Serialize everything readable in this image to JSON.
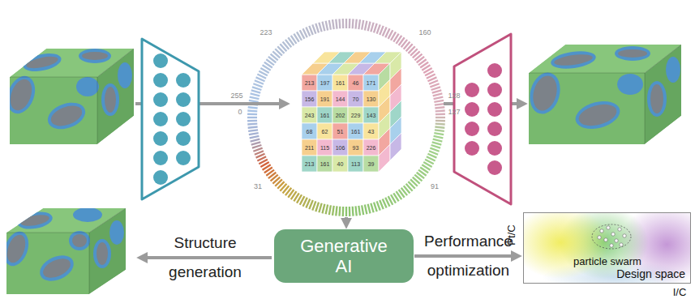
{
  "diagram": {
    "nodes": [
      {
        "text": [
          "Generative AI"
        ]
      },
      {
        "text": [
          "particle swarm",
          "Design space"
        ]
      }
    ],
    "edges": [
      {
        "from": 0,
        "to": 1,
        "arrow": "to",
        "label": "Performance optimization"
      }
    ],
    "labels": [
      "223",
      "160",
      "255",
      "0",
      "128",
      "127",
      "31",
      "91",
      "213",
      "197",
      "161",
      "46",
      "171",
      "156",
      "191",
      "144",
      "70",
      "130",
      "243",
      "161",
      "202",
      "229",
      "143",
      "68",
      "62",
      "51",
      "161",
      "43",
      "211",
      "115",
      "106",
      "93",
      "226",
      "213",
      "161",
      "40",
      "113",
      "39",
      "Structure generation",
      "Pt/C",
      "I/C"
    ]
  }
}
